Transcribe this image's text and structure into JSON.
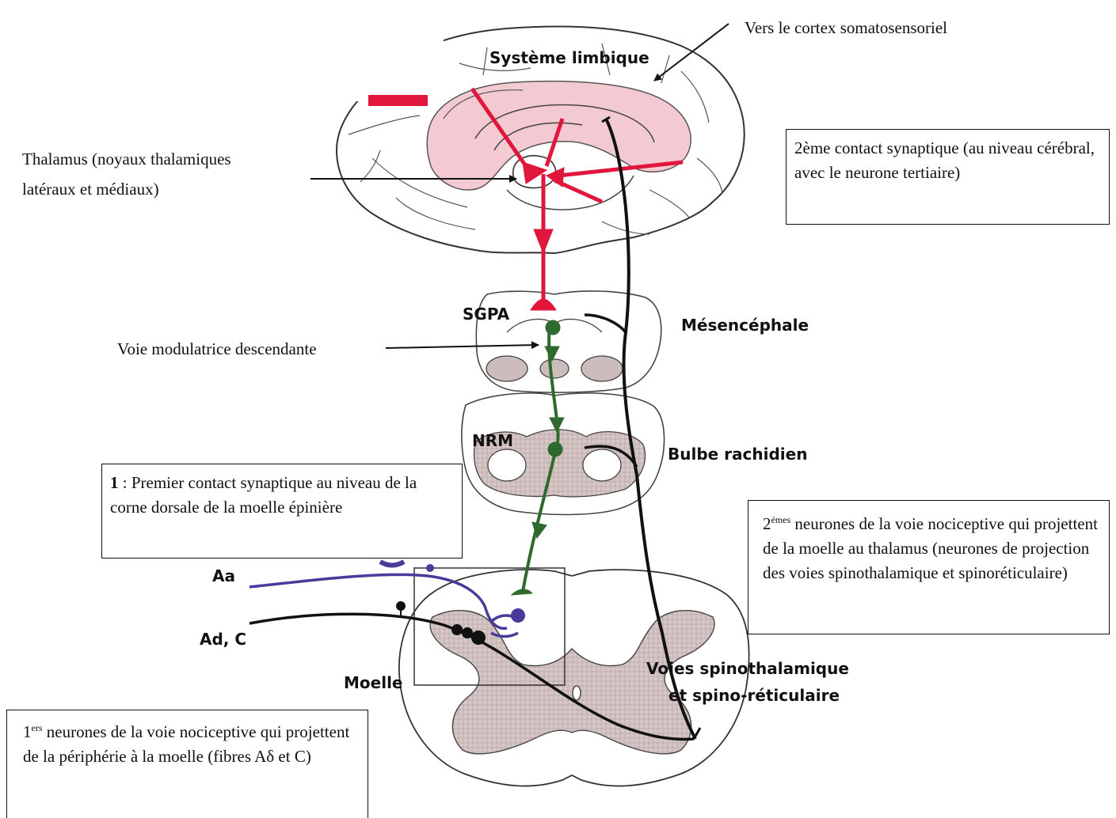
{
  "diagram": {
    "labels": {
      "systeme_limbique": "Système limbique",
      "sgpa": "SGPA",
      "mesencephale": "Mésencéphale",
      "nrm": "NRM",
      "bulbe": "Bulbe rachidien",
      "aa": "Aa",
      "adc": "Ad, C",
      "moelle": "Moelle",
      "voies_line1": "Voies spinothalamique",
      "voies_line2": "et spino-réticulaire"
    }
  },
  "annotations": {
    "cortex": "Vers le cortex somatosensoriel",
    "thalamus_line1": "Thalamus (noyaux thalamiques",
    "thalamus_line2": "latéraux et médiaux)",
    "voie_modulatrice": "Voie modulatrice descendante"
  },
  "boxes": {
    "second_contact": " 2ème contact synaptique (au niveau cérébral, avec le neurone tertiaire)",
    "first_contact_num": "1",
    "first_contact_text": " : Premier contact synaptique au niveau de la corne dorsale de la moelle épinière",
    "second_neurons_num": "2",
    "second_neurons_sup": "émes",
    "second_neurons_text": " neurones de la voie nociceptive qui projettent de la moelle au thalamus (neurones de projection des voies spinothalamique et spinoréticulaire)",
    "first_neurons_num": "1",
    "first_neurons_sup": "ers",
    "first_neurons_text": " neurones de la voie nociceptive qui projettent de la périphérie à la moelle (fibres Aδ et C)"
  },
  "colors": {
    "red_pathway": "#e0163c",
    "green_pathway": "#2e6a2e",
    "purple_fiber": "#4a3a9a",
    "black_fiber": "#111111",
    "limbic_fill": "#f3c9d2",
    "gray_matter": "#cdbcbc"
  }
}
